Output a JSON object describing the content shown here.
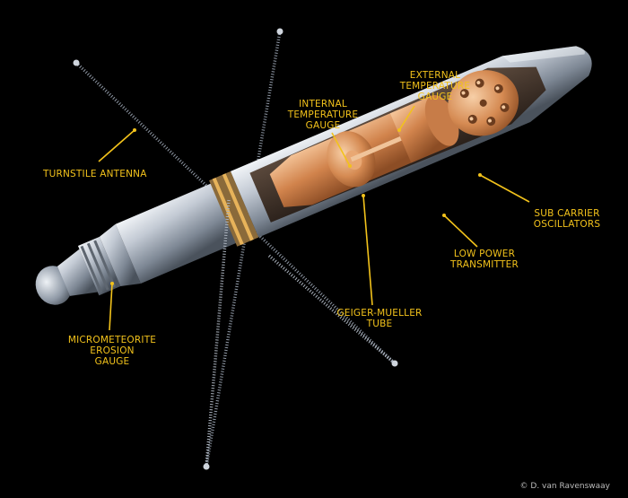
{
  "labels": {
    "turnstile_antenna": "TURNSTILE ANTENNA",
    "internal_temperature_gauge": "INTERNAL\nTEMPERATURE\nGAUGE",
    "external_temperature_gauge": "EXTERNAL\nTEMPERATURE\nGAUGE",
    "sub_carrier_oscillators": "SUB CARRIER\nOSCILLATORS",
    "low_power_transmitter": "LOW POWER\nTRANSMITTER",
    "geiger_mueller_tube": "GEIGER-MUELLER\nTUBE",
    "micrometeorite_erosion_gauge": "MICROMETEORITE\nEROSION\nGAUGE"
  },
  "credit": "© D. van Ravenswaay",
  "colors": {
    "background": "#000000",
    "label": "#f2c21b",
    "hull": "#c5ccd6",
    "copper": "#d58a52",
    "antenna": "#9aa3b0"
  }
}
